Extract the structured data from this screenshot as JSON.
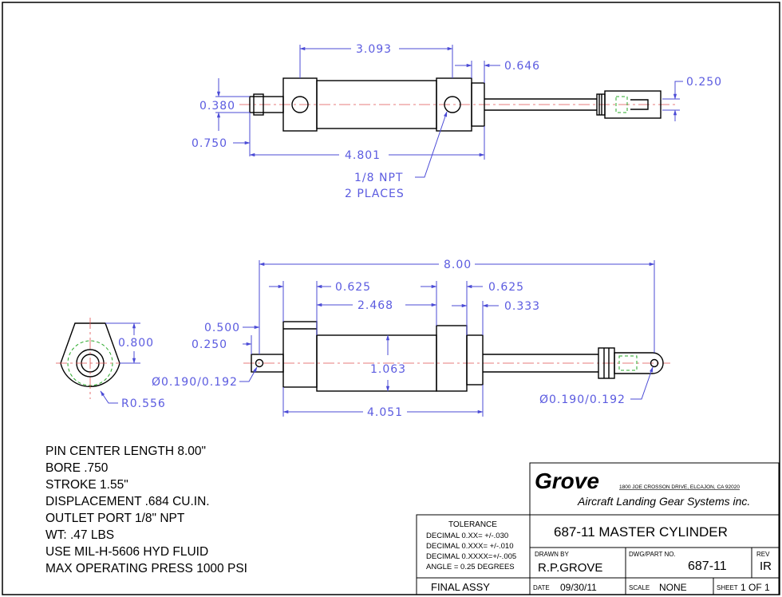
{
  "dimensions": {
    "top_overall_body": "3.093",
    "top_rod_offset": "0.646",
    "top_clevis_slot": "0.250",
    "top_pin_dia": "0.380",
    "top_end_width": "0.750",
    "top_body_length": "4.801",
    "top_port_note_1": "1/8 NPT",
    "top_port_note_2": "2 PLACES",
    "bottom_pin_center": "8.00",
    "bottom_left_gland": "0.625",
    "bottom_right_gland": "0.625",
    "bottom_tube_length": "2.468",
    "bottom_right_offset": "0.333",
    "bottom_pin_edge": "0.500",
    "bottom_pin_offset": "0.250",
    "bottom_left_pin_dia": "Ø0.190/0.192",
    "bottom_right_pin_dia": "Ø0.190/0.192",
    "bottom_bore_dia": "1.063",
    "bottom_body_length": "4.051",
    "end_view_width": "0.800",
    "end_view_radius": "R0.556"
  },
  "notes": [
    "PIN CENTER LENGTH 8.00\"",
    "BORE .750",
    "STROKE 1.55\"",
    "DISPLACEMENT .684 CU.IN.",
    "OUTLET PORT 1/8\" NPT",
    "WT: .47 LBS",
    "USE MIL-H-5606 HYD FLUID",
    "MAX OPERATING PRESS 1000 PSI"
  ],
  "title_block": {
    "company": "Grove",
    "address": "1800 JOE CROSSON DRIVE, ELCAJON, CA 92020",
    "subtitle": "Aircraft Landing Gear Systems inc.",
    "tolerance_label": "TOLERANCE",
    "tolerance_lines": [
      "DECIMAL 0.XX=  +/-.030",
      "DECIMAL 0.XXX= +/-.010",
      "DECIMAL 0.XXXX=+/-.005",
      "ANGLE = 0.25 DEGREES"
    ],
    "title": "687-11 MASTER CYLINDER",
    "drawn_by_label": "DRAWN BY",
    "drawn_by": "R.P.GROVE",
    "part_no_label": "DWG/PART NO.",
    "part_no": "687-11",
    "rev_label": "REV",
    "rev": "IR",
    "assy": "FINAL ASSY",
    "date_label": "DATE",
    "date": "09/30/11",
    "scale_label": "SCALE",
    "scale": "NONE",
    "sheet_label": "SHEET",
    "sheet": "1 OF 1"
  }
}
